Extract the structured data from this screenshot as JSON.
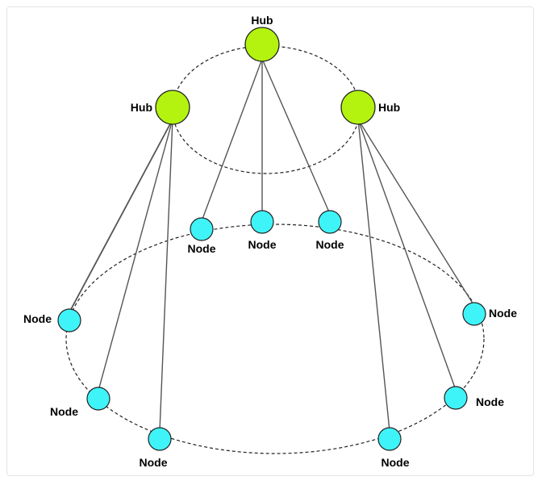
{
  "labels": {
    "hub": "Hub",
    "node": "Node"
  },
  "colors": {
    "hub_fill": "#b3f30f",
    "node_fill": "#3ff4f8",
    "stroke": "#222222",
    "edge": "#555555",
    "ring": "#222222"
  },
  "hubs": [
    {
      "id": "hub-top",
      "label": "Hub"
    },
    {
      "id": "hub-left",
      "label": "Hub"
    },
    {
      "id": "hub-right",
      "label": "Hub"
    }
  ],
  "nodes": [
    {
      "id": "node-1",
      "label": "Node",
      "hub": "hub-left"
    },
    {
      "id": "node-2",
      "label": "Node",
      "hub": "hub-left"
    },
    {
      "id": "node-3",
      "label": "Node",
      "hub": "hub-left"
    },
    {
      "id": "node-4",
      "label": "Node",
      "hub": "hub-top"
    },
    {
      "id": "node-5",
      "label": "Node",
      "hub": "hub-top"
    },
    {
      "id": "node-6",
      "label": "Node",
      "hub": "hub-top"
    },
    {
      "id": "node-7",
      "label": "Node",
      "hub": "hub-right"
    },
    {
      "id": "node-8",
      "label": "Node",
      "hub": "hub-right"
    },
    {
      "id": "node-9",
      "label": "Node",
      "hub": "hub-right"
    }
  ]
}
